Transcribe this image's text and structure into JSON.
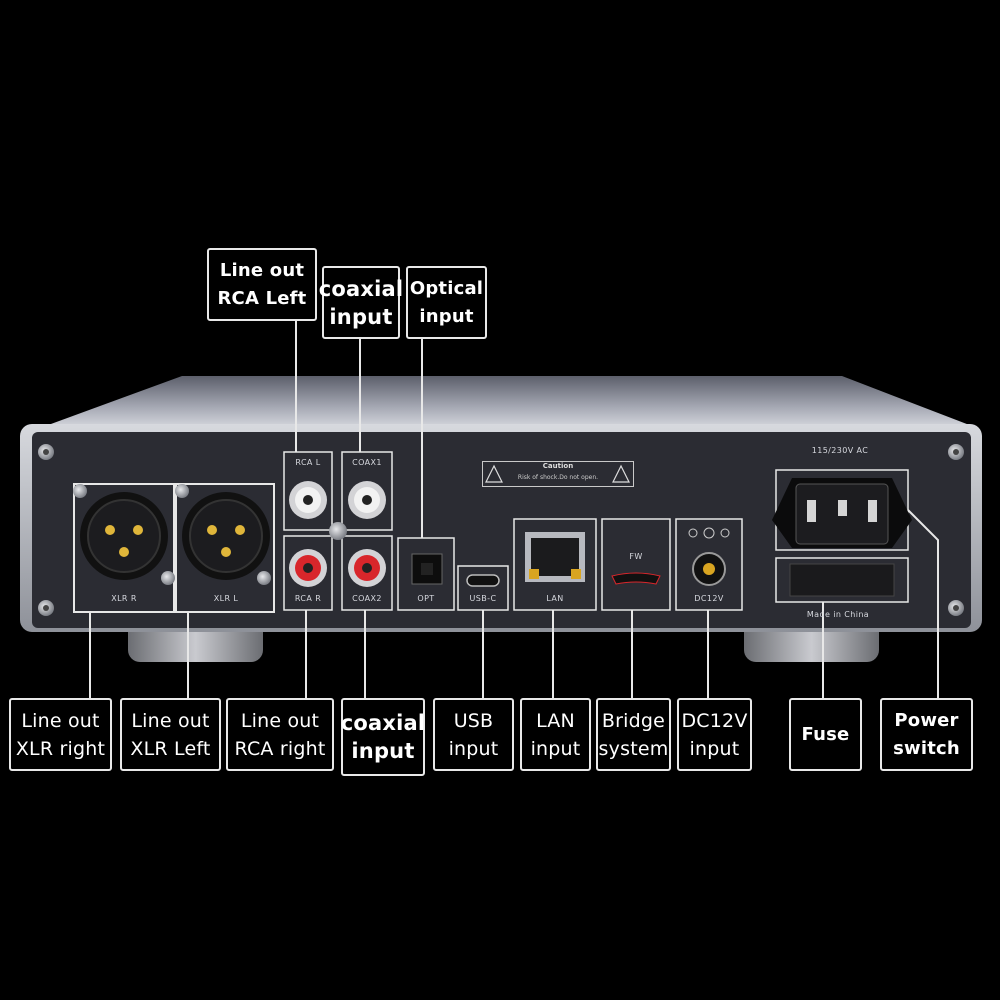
{
  "panel_text": {
    "xlr_r": "XLR R",
    "xlr_l": "XLR L",
    "rca_l": "RCA L",
    "rca_r": "RCA R",
    "coax1": "COAX1",
    "coax2": "COAX2",
    "opt": "OPT",
    "usb_c": "USB-C",
    "lan": "LAN",
    "fw": "FW",
    "dc12v": "DC12V",
    "voltage": "115/230V AC",
    "made_in": "Made in China",
    "caution_title": "Caution",
    "caution_text": "Risk of shock.Do not open."
  },
  "callouts": {
    "line_out_rca_left": "Line out\nRCA   Left",
    "coaxial_input_top": "coaxial\ninput",
    "optical_input": "Optical\ninput",
    "line_out_xlr_right": "Line out\nXLR  right",
    "line_out_xlr_left": "Line out\nXLR  Left",
    "line_out_rca_right": "Line out\nRCA  right",
    "coaxial_input_bottom": "coaxial\ninput",
    "usb_input": "USB\ninput",
    "lan_input": "LAN\ninput",
    "bridge_system": "Bridge\nsystem",
    "dc12v_input": "DC12V\ninput",
    "fuse": "Fuse",
    "power_switch": "Power\nswitch"
  },
  "colors": {
    "background": "#000000",
    "chassis_top": "#8a8d99",
    "chassis_frame": "#b9bcc3",
    "rear_panel": "#2b2c33",
    "rca_red": "#d8262b",
    "callout_border": "#e8e8e8"
  }
}
